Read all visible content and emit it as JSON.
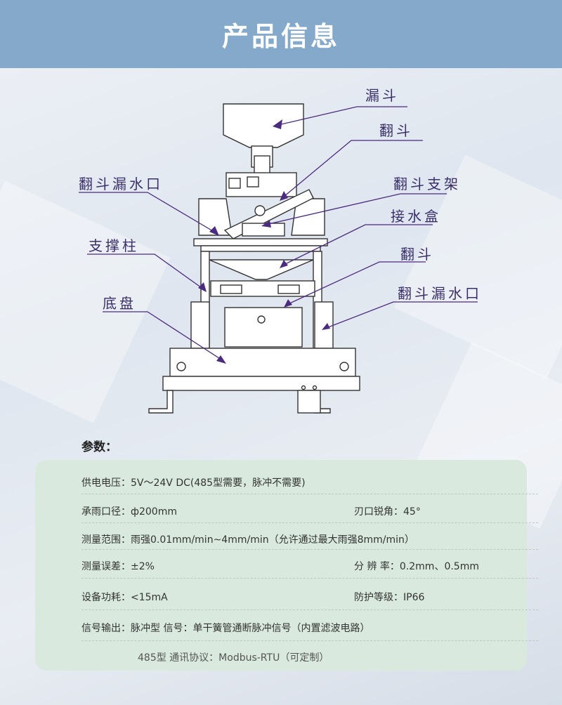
{
  "header": {
    "title": "产品信息"
  },
  "diagram": {
    "labels": {
      "funnel": "漏斗",
      "tipping_bucket_top": "翻斗",
      "bucket_drain_left": "翻斗漏水口",
      "bucket_bracket": "翻斗支架",
      "water_box": "接水盒",
      "support_column": "支撑柱",
      "tipping_bucket_bottom": "翻斗",
      "bucket_drain_right": "翻斗漏水口",
      "base": "底盘"
    }
  },
  "params": {
    "title": "参数：",
    "rows": [
      {
        "left": "供电电压：5V～24V DC(485型需要，脉冲不需要)"
      },
      {
        "left": "承雨口径：ф200mm",
        "right": "刃口锐角：45°"
      },
      {
        "left": "测量范围：雨强0.01mm/min~4mm/min（允许通过最大雨强8mm/min）"
      },
      {
        "left": "测量误差：±2%",
        "right": "分 辨 率：0.2mm、0.5mm"
      },
      {
        "left": "设备功耗：<15mA",
        "right": "防护等级：IP66"
      },
      {
        "left": "信号输出：脉冲型  信号：单干簧管通断脉冲信号（内置滤波电路）"
      },
      {
        "left": "485型  通讯协议：Modbus-RTU（可定制）"
      }
    ]
  },
  "colors": {
    "header_bg": "#84a9cb",
    "panel_bg": "#d9e9de",
    "label_color": "#3a2f6a",
    "arrow_color": "#4b2a80"
  }
}
